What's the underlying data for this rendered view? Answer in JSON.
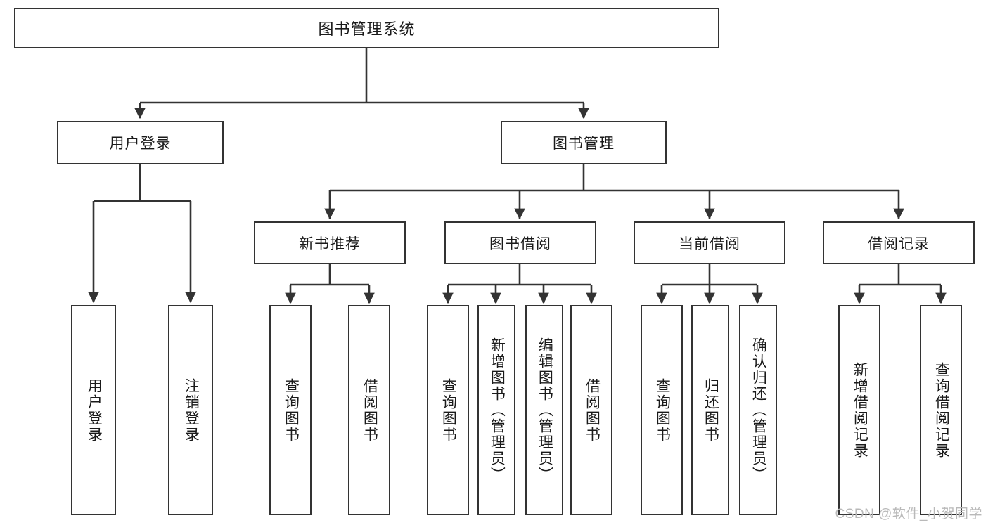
{
  "diagram": {
    "title": "图书管理系统",
    "watermark": "CSDN @软件_小贺同学",
    "line_color": "#333333",
    "box_fill": "#ffffff",
    "text_color": "#1a1a1a",
    "watermark_color": "#b9b9b9"
  },
  "nodes": {
    "root": {
      "label": "图书管理系统",
      "level": 1
    },
    "l2": [
      {
        "id": "user-login",
        "label": "用户登录",
        "level": 2
      },
      {
        "id": "book-manage",
        "label": "图书管理",
        "level": 2
      }
    ],
    "l3": [
      {
        "id": "new-book-recommend",
        "label": "新书推荐",
        "level": 3,
        "parent": "book-manage"
      },
      {
        "id": "book-borrow",
        "label": "图书借阅",
        "level": 3,
        "parent": "book-manage"
      },
      {
        "id": "current-borrow",
        "label": "当前借阅",
        "level": 3,
        "parent": "book-manage"
      },
      {
        "id": "borrow-record",
        "label": "借阅记录",
        "level": 3,
        "parent": "book-manage"
      }
    ],
    "leaves": [
      {
        "id": "leaf-user-login",
        "label": "用户登录",
        "parent": "user-login"
      },
      {
        "id": "leaf-logout-login",
        "label": "注销登录",
        "parent": "user-login"
      },
      {
        "id": "leaf-query-book-rec",
        "label": "查询图书",
        "parent": "new-book-recommend"
      },
      {
        "id": "leaf-borrow-book-rec",
        "label": "借阅图书",
        "parent": "new-book-recommend"
      },
      {
        "id": "leaf-query-book-borrow",
        "label": "查询图书",
        "parent": "book-borrow"
      },
      {
        "id": "leaf-add-book-admin",
        "label": "新增图书（管理员）",
        "parent": "book-borrow"
      },
      {
        "id": "leaf-edit-book-admin",
        "label": "编辑图书（管理员）",
        "parent": "book-borrow"
      },
      {
        "id": "leaf-borrow-book",
        "label": "借阅图书",
        "parent": "book-borrow"
      },
      {
        "id": "leaf-query-book-cur",
        "label": "查询图书",
        "parent": "current-borrow"
      },
      {
        "id": "leaf-return-book",
        "label": "归还图书",
        "parent": "current-borrow"
      },
      {
        "id": "leaf-confirm-return-admin",
        "label": "确认归还（管理员）",
        "parent": "current-borrow"
      },
      {
        "id": "leaf-add-borrow-record",
        "label": "新增借阅记录",
        "parent": "borrow-record"
      },
      {
        "id": "leaf-query-borrow-record",
        "label": "查询借阅记录",
        "parent": "borrow-record"
      }
    ]
  },
  "chart_data": {
    "type": "diagram",
    "subtype": "tree",
    "title": "图书管理系统",
    "orientation": "top-down",
    "edges": [
      {
        "from": "图书管理系统",
        "to": "用户登录"
      },
      {
        "from": "图书管理系统",
        "to": "图书管理"
      },
      {
        "from": "用户登录",
        "to": "用户登录"
      },
      {
        "from": "用户登录",
        "to": "注销登录"
      },
      {
        "from": "图书管理",
        "to": "新书推荐"
      },
      {
        "from": "图书管理",
        "to": "图书借阅"
      },
      {
        "from": "图书管理",
        "to": "当前借阅"
      },
      {
        "from": "图书管理",
        "to": "借阅记录"
      },
      {
        "from": "新书推荐",
        "to": "查询图书"
      },
      {
        "from": "新书推荐",
        "to": "借阅图书"
      },
      {
        "from": "图书借阅",
        "to": "查询图书"
      },
      {
        "from": "图书借阅",
        "to": "新增图书（管理员）"
      },
      {
        "from": "图书借阅",
        "to": "编辑图书（管理员）"
      },
      {
        "from": "图书借阅",
        "to": "借阅图书"
      },
      {
        "from": "当前借阅",
        "to": "查询图书"
      },
      {
        "from": "当前借阅",
        "to": "归还图书"
      },
      {
        "from": "当前借阅",
        "to": "确认归还（管理员）"
      },
      {
        "from": "借阅记录",
        "to": "新增借阅记录"
      },
      {
        "from": "借阅记录",
        "to": "查询借阅记录"
      }
    ]
  }
}
